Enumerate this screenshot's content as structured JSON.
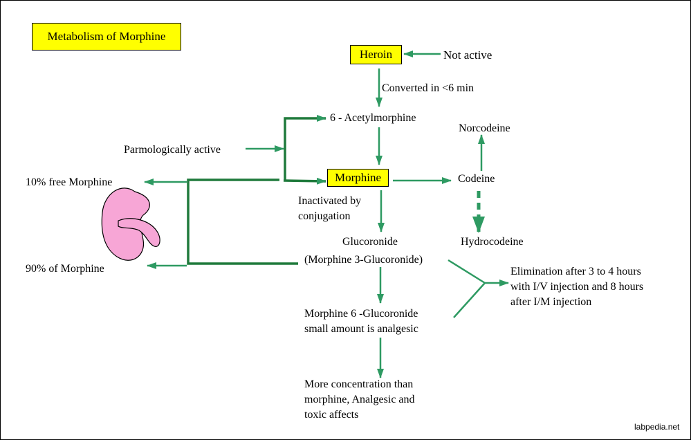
{
  "title": "Metabolism of Morphine",
  "nodes": {
    "heroin": "Heroin",
    "not_active": "Not active",
    "converted": "Converted in <6 min",
    "acetylmorphine": "6 - Acetylmorphine",
    "norcodeine": "Norcodeine",
    "parmologically_active": "Parmologically  active",
    "morphine": "Morphine",
    "codeine": "Codeine",
    "free_morphine": "10%  free  Morphine",
    "inactivated_line1": "Inactivated by",
    "inactivated_line2": "conjugation",
    "glucoronide": "Glucoronide",
    "hydrocodeine": "Hydrocodeine",
    "m3g": "(Morphine 3-Glucoronide)",
    "ninety_morphine": "90% of Morphine",
    "elimination_line1": "Elimination after 3 to 4 hours",
    "elimination_line2": "with I/V injection and 8 hours",
    "elimination_line3": "after I/M injection",
    "m6g_line1": "Morphine 6 -Glucoronide",
    "m6g_line2": "small amount is analgesic",
    "more_line1": "More concentration than",
    "more_line2": "morphine, Analgesic and",
    "more_line3": "toxic affects"
  },
  "watermark": "labpedia.net",
  "colors": {
    "arrow": "#2e9a62",
    "arrow_dark": "#1f7a3c",
    "highlight": "#ffff00",
    "kidney_fill": "#f7a6d6"
  },
  "icons": {
    "kidney": "kidney-icon"
  }
}
